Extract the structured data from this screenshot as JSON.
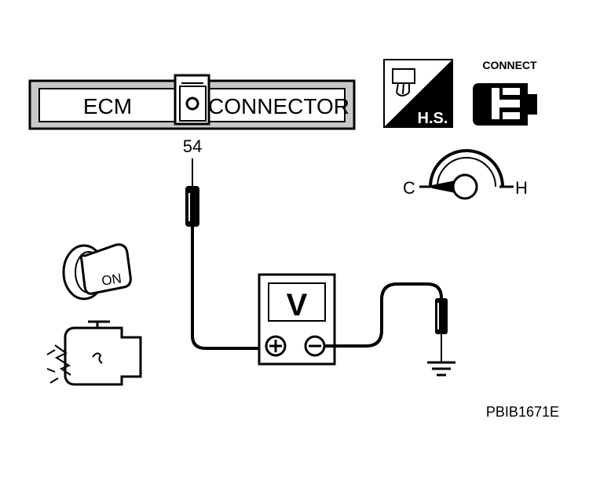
{
  "connector": {
    "left_label": "ECM",
    "right_label": "CONNECTOR",
    "terminal": "54"
  },
  "harness_badge": {
    "label": "H.S."
  },
  "connect_badge": {
    "label": "CONNECT"
  },
  "temp_gauge": {
    "cold": "C",
    "hot": "H"
  },
  "ignition": {
    "position_label": "ON"
  },
  "meter": {
    "mode": "V",
    "positive_symbol": "+",
    "negative_symbol": "−"
  },
  "figure_id": "PBIB1671E",
  "colors": {
    "ink": "#000000",
    "paper": "#ffffff",
    "panel": "#c8c8c8"
  }
}
